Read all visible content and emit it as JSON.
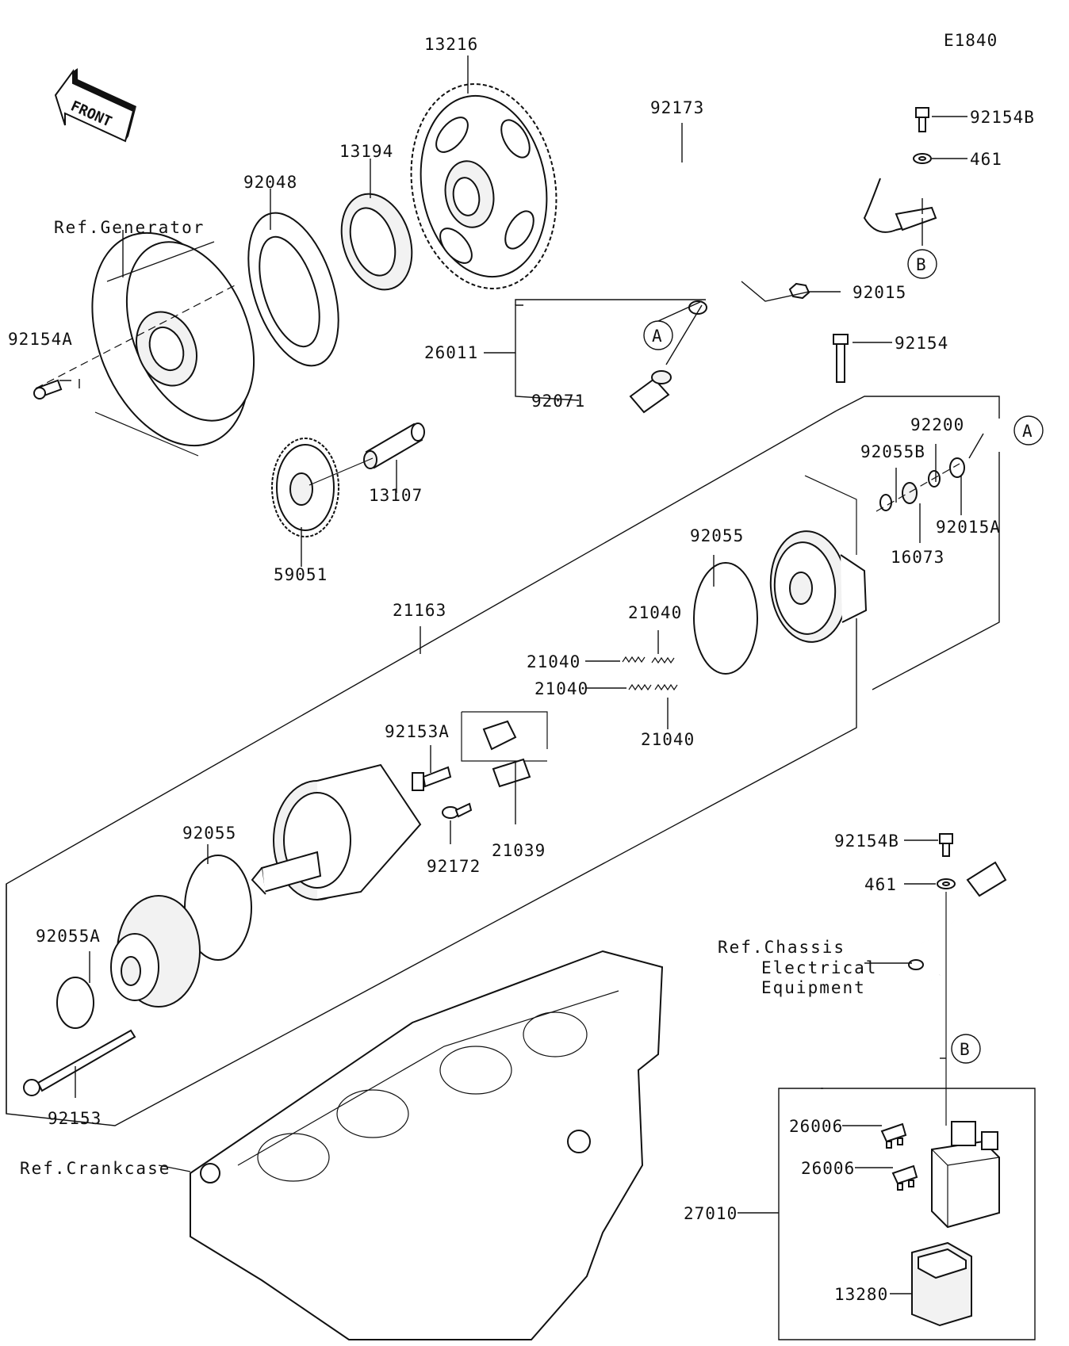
{
  "diagram_code": "E1840",
  "front_label": "FRONT",
  "parts": {
    "p13216": "13216",
    "p92173": "92173",
    "p92154B_top": "92154B",
    "p461_top": "461",
    "p13194": "13194",
    "p92048": "92048",
    "p92015": "92015",
    "p26011": "26011",
    "p92071": "92071",
    "p92154": "92154",
    "p92154A": "92154A",
    "p13107": "13107",
    "p59051": "59051",
    "p92200": "92200",
    "p92055B": "92055B",
    "p92015A": "92015A",
    "p16073": "16073",
    "p92055_top": "92055",
    "p21163": "21163",
    "p21040_a": "21040",
    "p21040_b": "21040",
    "p21040_c": "21040",
    "p21040_d": "21040",
    "p92153A": "92153A",
    "p21039": "21039",
    "p92172": "92172",
    "p92055_mid": "92055",
    "p92055A": "92055A",
    "p92153": "92153",
    "p92154B_bottom": "92154B",
    "p461_bottom": "461",
    "p26006_a": "26006",
    "p26006_b": "26006",
    "p27010": "27010",
    "p13280": "13280"
  },
  "refs": {
    "generator": "Ref.Generator",
    "chassis_line1": "Ref.Chassis",
    "chassis_line2": "Electrical",
    "chassis_line3": "Equipment",
    "crankcase": "Ref.Crankcase"
  },
  "callouts": {
    "a1": "A",
    "a2": "A",
    "b1": "B",
    "b2": "B"
  }
}
